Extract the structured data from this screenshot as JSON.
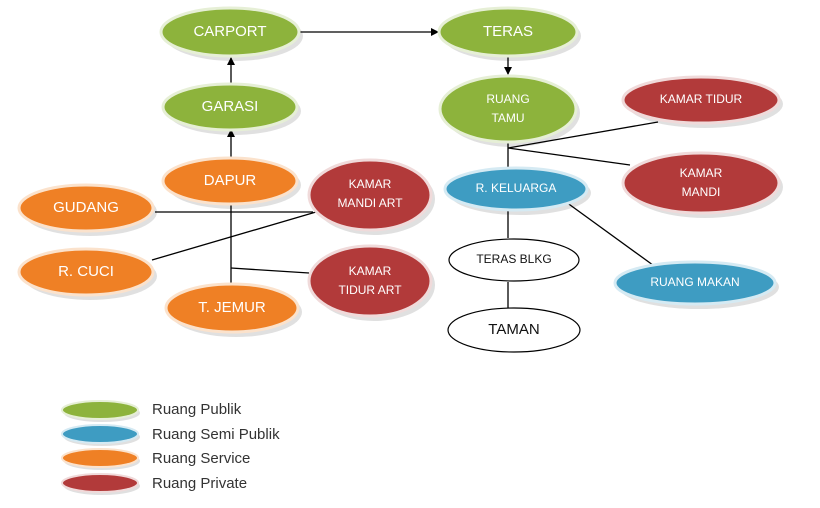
{
  "colors": {
    "publik": "#8db33c",
    "semi_publik": "#3e9cc2",
    "service": "#ef8025",
    "private": "#b23a3a",
    "plain": "#ffffff"
  },
  "nodes": {
    "carport": "CARPORT",
    "teras": "TERAS",
    "garasi": "GARASI",
    "ruang_tamu_1": "RUANG",
    "ruang_tamu_2": "TAMU",
    "kamar_tidur": "KAMAR TIDUR",
    "dapur": "DAPUR",
    "kamar_mandi_art_1": "KAMAR",
    "kamar_mandi_art_2": "MANDI ART",
    "gudang": "GUDANG",
    "r_keluarga": "R. KELUARGA",
    "kamar_mandi_1": "KAMAR",
    "kamar_mandi_2": "MANDI",
    "r_cuci": "R. CUCI",
    "teras_blkg": "TERAS BLKG",
    "kamar_tidur_art_1": "KAMAR",
    "kamar_tidur_art_2": "TIDUR ART",
    "t_jemur": "T. JEMUR",
    "ruang_makan": "RUANG MAKAN",
    "taman": "TAMAN"
  },
  "legend": {
    "publik": "Ruang Publik",
    "semi_publik": "Ruang Semi Publik",
    "service": "Ruang Service",
    "private": "Ruang Private"
  }
}
